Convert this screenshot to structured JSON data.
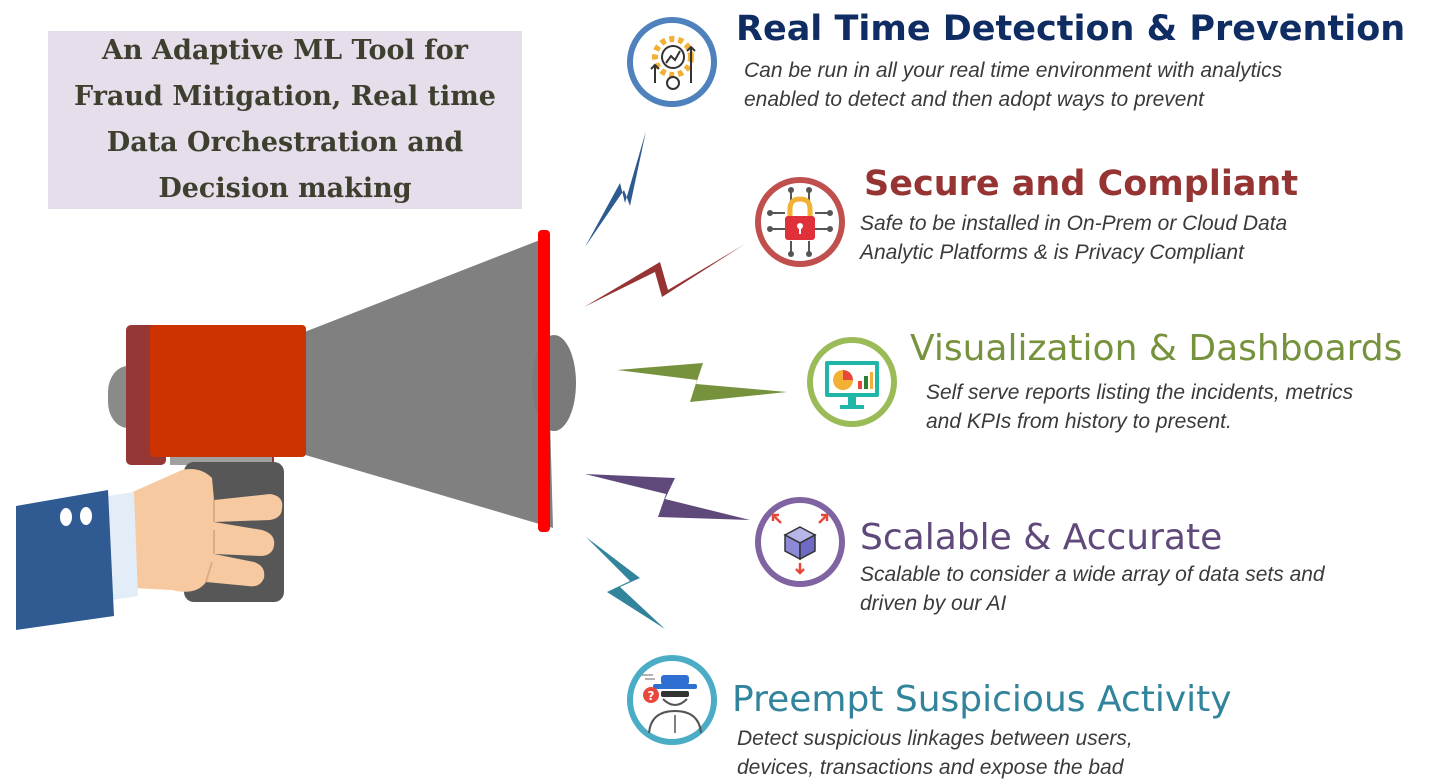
{
  "callout": {
    "text": "An Adaptive ML Tool for Fraud Mitigation, Real time Data Orchestration and Decision making"
  },
  "features": [
    {
      "title": "Real Time Detection & Prevention",
      "description": "Can be run in all your real time environment with analytics enabled to detect and then adopt ways to prevent",
      "icon": "analytics-gear-icon",
      "color": "#0f2d63"
    },
    {
      "title": "Secure and Compliant",
      "description": "Safe to be installed in On-Prem or Cloud Data Analytic Platforms & is Privacy Compliant",
      "icon": "circuit-lock-icon",
      "color": "#963434"
    },
    {
      "title": "Visualization & Dashboards",
      "description": "Self serve reports listing the incidents, metrics and KPIs from history to present.",
      "icon": "dashboard-monitor-icon",
      "color": "#76923c"
    },
    {
      "title": "Scalable & Accurate",
      "description": "Scalable to consider a wide array of data sets and driven by our AI",
      "icon": "scaling-cube-icon",
      "color": "#5f497a"
    },
    {
      "title": "Preempt Suspicious Activity",
      "description": "Detect suspicious linkages between users, devices, transactions and expose the bad",
      "icon": "suspicious-person-icon",
      "color": "#31849b"
    }
  ]
}
